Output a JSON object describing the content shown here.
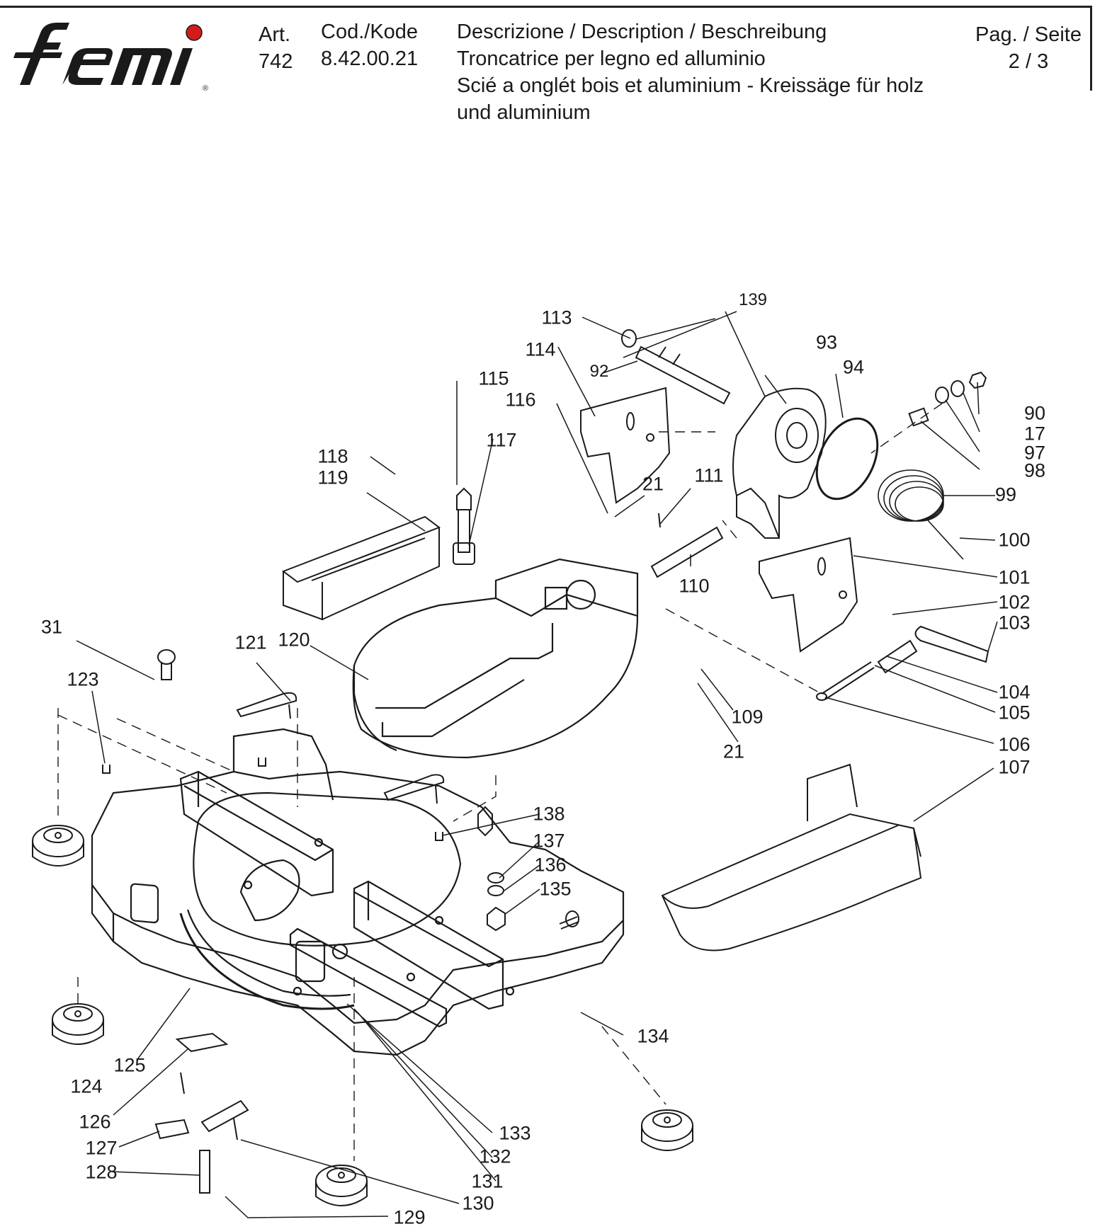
{
  "header": {
    "brand": "femi",
    "art_label": "Art.",
    "art_value": "742",
    "code_label": "Cod./Kode",
    "code_value": "8.42.00.21",
    "desc_label": "Descrizione / Description / Beschreibung",
    "desc_line1": "Troncatrice per legno ed alluminio",
    "desc_line2": "Scié a onglét bois et aluminium - Kreissäge für holz",
    "desc_line3": "und aluminium",
    "page_label": "Pag. / Seite",
    "page_value": "2 / 3"
  },
  "colors": {
    "line": "#1a1a1a",
    "logo_dot": "#d21c1c"
  },
  "callouts": [
    "139",
    "113",
    "114",
    "93",
    "92",
    "94",
    "115",
    "116",
    "90",
    "17",
    "97",
    "98",
    "117",
    "118",
    "119",
    "21",
    "111",
    "99",
    "100",
    "101",
    "110",
    "102",
    "103",
    "31",
    "121",
    "120",
    "104",
    "105",
    "109",
    "123",
    "106",
    "21",
    "107",
    "138",
    "137",
    "136",
    "135",
    "134",
    "125",
    "124",
    "126",
    "133",
    "127",
    "132",
    "128",
    "131",
    "130",
    "129"
  ]
}
